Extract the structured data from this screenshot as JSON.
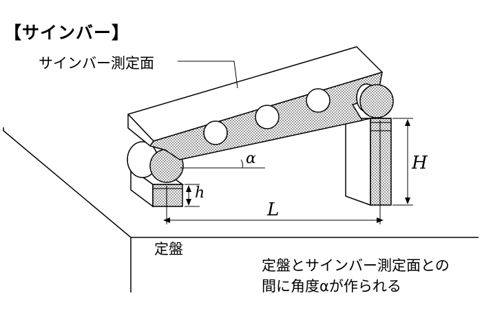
{
  "title": "【サインバー】",
  "labels": {
    "sine_bar_surface": "サインバー測定面",
    "surface_plate": "定盤",
    "caption_line1": "定盤とサインバー測定面との",
    "caption_line2": "間に角度αが作られる"
  },
  "symbols": {
    "alpha": "α",
    "H": "H",
    "h": "h",
    "L": "L"
  }
}
